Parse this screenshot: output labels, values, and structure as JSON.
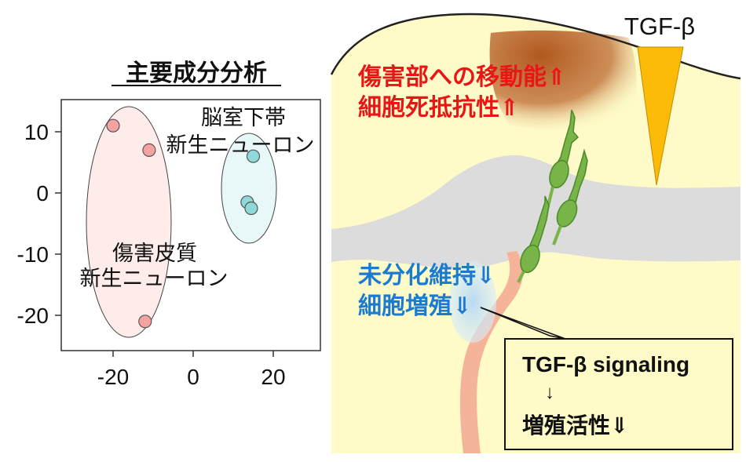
{
  "pca": {
    "title": "主要成分分析",
    "x_ticks": [
      "-20",
      "0",
      "20"
    ],
    "y_ticks": [
      "10",
      "0",
      "-10",
      "-20"
    ],
    "groups": [
      {
        "label_lines": [
          "傷害皮質",
          "新生ニューロン"
        ],
        "color": "#f4a3a0",
        "fill": "#fdecea"
      },
      {
        "label_lines": [
          "脳室下帯",
          "新生ニューロン"
        ],
        "color": "#8fd9d9",
        "fill": "#e8f8f8"
      }
    ]
  },
  "chart_data": {
    "type": "scatter",
    "title": "主要成分分析",
    "xlim": [
      -32,
      32
    ],
    "ylim": [
      -26,
      15
    ],
    "x_ticks": [
      -20,
      0,
      20
    ],
    "y_ticks": [
      10,
      0,
      -10,
      -20
    ],
    "grid": false,
    "series": [
      {
        "name": "傷害皮質 新生ニューロン",
        "points": [
          [
            -20,
            11
          ],
          [
            -11,
            7
          ],
          [
            -12,
            -21
          ]
        ]
      },
      {
        "name": "脳室下帯 新生ニューロン",
        "points": [
          [
            15,
            6
          ],
          [
            13.5,
            -1.5
          ],
          [
            14.5,
            -2.5
          ]
        ]
      }
    ]
  },
  "diagram": {
    "tgf_label": "TGF-β",
    "red_text": [
      "傷害部への移動能⇑",
      "細胞死抵抗性⇑"
    ],
    "blue_text": [
      "未分化維持⇓",
      "細胞増殖⇓"
    ],
    "box": {
      "title": "TGF-β signaling",
      "arrow": "↓",
      "result": "増殖活性⇓"
    },
    "colors": {
      "tissue": "#fefbc8",
      "ventricle": "#dcdcdc",
      "injury": "#b4612a",
      "tgf": "#fbbb06",
      "neuron": "#78b448",
      "stream": "#f5b49a",
      "red_text": "#ea1616",
      "blue_text": "#1a7bd1"
    }
  }
}
